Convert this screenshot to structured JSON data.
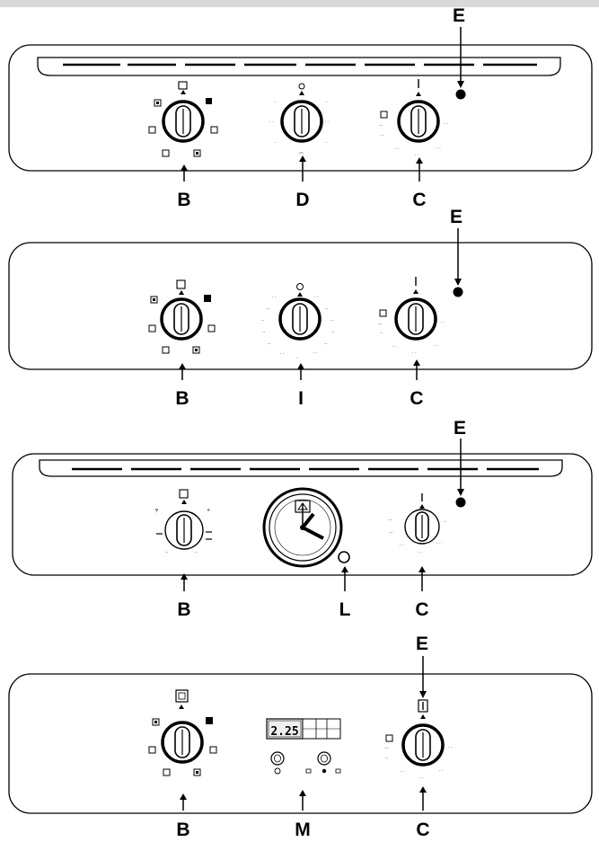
{
  "panels": [
    {
      "name": "panel-1",
      "has_vent_strip": true,
      "indicator_label": "E",
      "controls": [
        {
          "label": "B",
          "kind": "function-knob"
        },
        {
          "label": "D",
          "kind": "timer-knob"
        },
        {
          "label": "C",
          "kind": "thermostat-knob"
        }
      ]
    },
    {
      "name": "panel-2",
      "has_vent_strip": false,
      "indicator_label": "E",
      "controls": [
        {
          "label": "B",
          "kind": "function-knob"
        },
        {
          "label": "I",
          "kind": "minute-timer-knob"
        },
        {
          "label": "C",
          "kind": "thermostat-knob"
        }
      ]
    },
    {
      "name": "panel-3",
      "has_vent_strip": true,
      "indicator_label": "E",
      "controls": [
        {
          "label": "B",
          "kind": "function-knob-alt"
        },
        {
          "label": "L",
          "kind": "analog-clock"
        },
        {
          "label": "C",
          "kind": "thermostat-knob"
        }
      ]
    },
    {
      "name": "panel-4",
      "has_vent_strip": false,
      "indicator_label": "E",
      "controls": [
        {
          "label": "B",
          "kind": "function-knob"
        },
        {
          "label": "M",
          "kind": "digital-programmer"
        },
        {
          "label": "C",
          "kind": "thermostat-knob"
        }
      ]
    }
  ],
  "programmer_display": {
    "time": "2.25"
  },
  "colors": {
    "line": "#000000",
    "panel_fill": "#ffffff",
    "header_bar": "#d9d9d9"
  }
}
